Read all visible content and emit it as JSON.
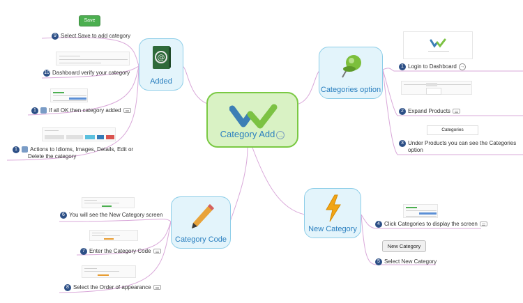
{
  "central": {
    "title": "Category Add"
  },
  "topics": {
    "added": "Added",
    "categories_option": "Categories option",
    "category_code": "Category Code",
    "new_category": "New Category"
  },
  "leaves": {
    "select_save": {
      "num": "9",
      "text": "Select Save to add category"
    },
    "dashboard_verify": {
      "num": "10",
      "text": "Dashboard verify your category"
    },
    "if_all_ok": {
      "num": "1",
      "badge": "1",
      "text": "If all OK then category added"
    },
    "actions_line1": {
      "num": "1",
      "badge": "2",
      "text": "Actions to Idioms, Images, Details, Edit or"
    },
    "actions_line2": "Delete the category",
    "login": {
      "num": "1",
      "text": "Login to Dashboard"
    },
    "expand": {
      "num": "2",
      "text": "Expand Products"
    },
    "under_line1": {
      "num": "3",
      "text": "Under Products you can see the Categories"
    },
    "under_line2": "option",
    "new_screen": {
      "num": "6",
      "text": "You will see the New Category screen"
    },
    "enter_code": {
      "num": "7",
      "text": "Enter the Category Code"
    },
    "order": {
      "num": "8",
      "text": "Select the Order of appearance"
    },
    "click_categories": {
      "num": "4",
      "text": "Click Categories to display the screen"
    },
    "select_new": {
      "num": "5",
      "text": "Select New Category"
    }
  },
  "images": {
    "save_button": "Save",
    "new_category_button": "New Category",
    "categories_label": "Categories"
  },
  "colors": {
    "central_fill": "#d9f2c4",
    "central_border": "#7ac943",
    "topic_fill": "#e3f4fb",
    "topic_border": "#8ccde8",
    "connector": "#d9a8d9",
    "number_badge": "#2c4f86"
  }
}
